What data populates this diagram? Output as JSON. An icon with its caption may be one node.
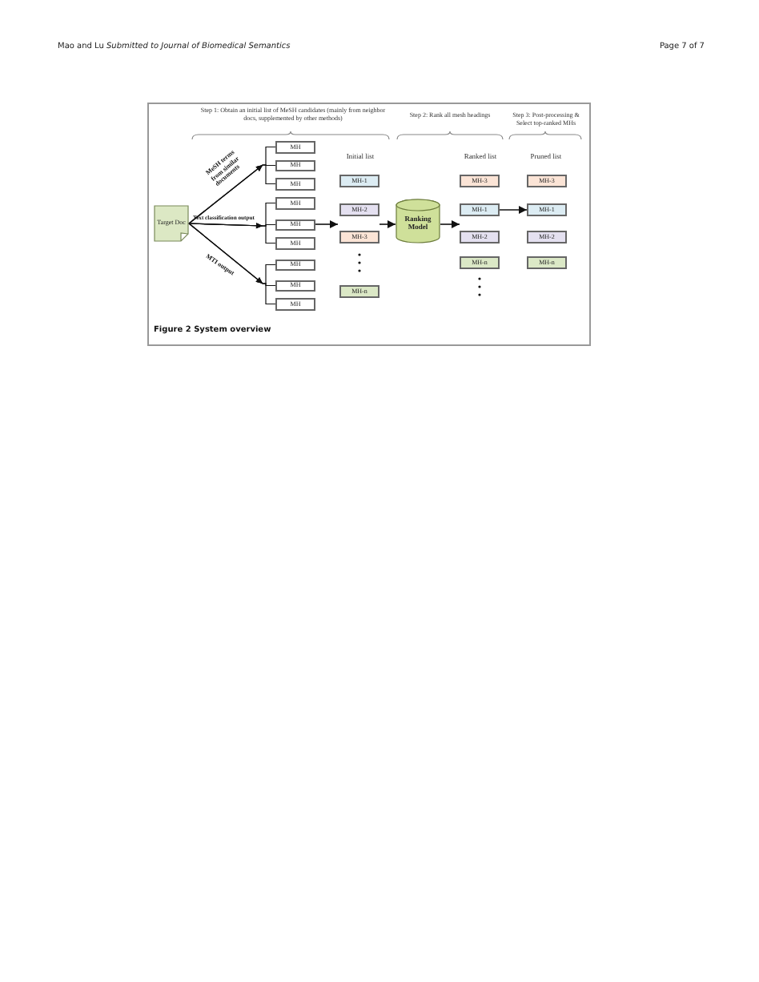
{
  "diagram": {
    "caption": "Figure 2 System overview",
    "nodes": [
      {
        "text": [
          "Target Doc"
        ]
      },
      {
        "text": [
          "MH"
        ]
      },
      {
        "text": [
          "MH"
        ]
      },
      {
        "text": [
          "MH"
        ]
      },
      {
        "text": [
          "MH"
        ]
      },
      {
        "text": [
          "MH"
        ]
      },
      {
        "text": [
          "MH"
        ]
      },
      {
        "text": [
          "MH"
        ]
      },
      {
        "text": [
          "MH"
        ]
      },
      {
        "text": [
          "MH"
        ]
      },
      {
        "text": [
          "MH-1"
        ]
      },
      {
        "text": [
          "MH-2"
        ]
      },
      {
        "text": [
          "MH-3"
        ]
      },
      {
        "text": [
          "MH-n"
        ]
      },
      {
        "text": [
          "Ranking Model"
        ]
      },
      {
        "text": [
          "MH-3"
        ]
      },
      {
        "text": [
          "MH-1"
        ]
      },
      {
        "text": [
          "MH-2"
        ]
      },
      {
        "text": [
          "MH-n"
        ]
      },
      {
        "text": [
          "MH-3"
        ]
      },
      {
        "text": [
          "MH-1"
        ]
      },
      {
        "text": [
          "MH-2"
        ]
      },
      {
        "text": [
          "MH-n"
        ]
      }
    ],
    "edges": [
      {
        "from": 0,
        "to": 1,
        "arrow": "to"
      },
      {
        "from": 0,
        "to": 2,
        "arrow": "to",
        "label": "MeSH terms from similar documents"
      },
      {
        "from": 0,
        "to": 3,
        "arrow": "to"
      },
      {
        "from": 0,
        "to": 4,
        "arrow": "to"
      },
      {
        "from": 0,
        "to": 5,
        "arrow": "to",
        "label": "Text classification output"
      },
      {
        "from": 0,
        "to": 6,
        "arrow": "to"
      },
      {
        "from": 0,
        "to": 7,
        "arrow": "to"
      },
      {
        "from": 0,
        "to": 8,
        "arrow": "to",
        "label": "MTI output"
      },
      {
        "from": 0,
        "to": 9,
        "arrow": "to"
      },
      {
        "from": 5,
        "to": null,
        "arrow": "to"
      },
      {
        "from": 11,
        "to": 14,
        "arrow": "to"
      },
      {
        "from": 14,
        "to": 16,
        "arrow": "to"
      },
      {
        "from": 16,
        "to": 20,
        "arrow": "to"
      }
    ],
    "labels": [
      "Mao and Lu *Submitted to Journal of Biomedical Semantics*",
      "Page 7 of 7",
      "Step 1: Obtain an initial list of MeSH candidates (mainly from neighbor docs, supplemented by other methods)",
      "Step 2: Rank all mesh headings",
      "Step 3: Post-processing & Select top-ranked MHs",
      "Initial list",
      "Ranked list",
      "Pruned list"
    ]
  }
}
